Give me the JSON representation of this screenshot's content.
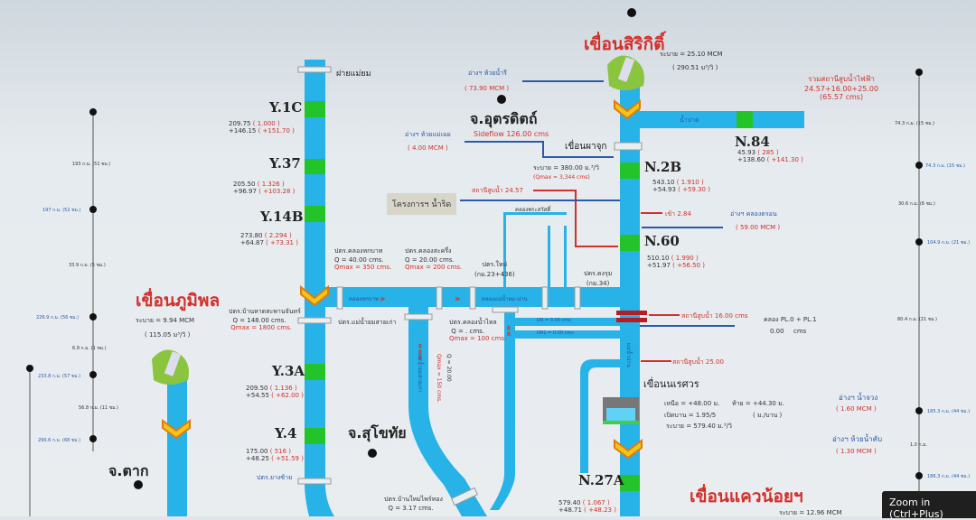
{
  "stations": {
    "y1c": {
      "name": "Y.1C",
      "l1": "209.75",
      "l1r": "( 1.000 )",
      "l2": "+146.15",
      "l2r": "( +151.70 )"
    },
    "y37": {
      "name": "Y.37",
      "l1": "205.50",
      "l1r": "( 1.326 )",
      "l2": "+96.97",
      "l2r": "( +103.28 )"
    },
    "y14b": {
      "name": "Y.14B",
      "l1": "273.80",
      "l1r": "( 2.294 )",
      "l2": "+64.87",
      "l2r": "( +73.31 )"
    },
    "y3a": {
      "name": "Y.3A",
      "l1": "209.50",
      "l1r": "( 1.136 )",
      "l2": "+54.55",
      "l2r": "( +62.00 )"
    },
    "y4": {
      "name": "Y.4",
      "l1": "175.00",
      "l1r": "( 516 )",
      "l2": "+48.25",
      "l2r": "( +51.59 )"
    },
    "n2b": {
      "name": "N.2B",
      "l1": "543.10",
      "l1r": "( 1.910 )",
      "l2": "+54.93",
      "l2r": "( +59.30 )"
    },
    "n60": {
      "name": "N.60",
      "l1": "510.10",
      "l1r": "( 1.990 )",
      "l2": "+51.97",
      "l2r": "( +56.50 )"
    },
    "n84": {
      "name": "N.84",
      "l1": "45.93",
      "l1r": "( 285 )",
      "l2": "+138.60",
      "l2r": "( +141.30 )"
    },
    "n27a": {
      "name": "N.27A",
      "l1": "579.40",
      "l1r": "( 1.067 )",
      "l2": "+48.71",
      "l2r": "( +48.23 )"
    }
  },
  "dams": {
    "sirikit": {
      "name": "เขื่อนสิริกิติ์",
      "release": "ระบาย  =  25.10  MCM",
      "rate": "( 290.51  ม³/วิ )"
    },
    "bhumibol": {
      "name": "เขื่อนภูมิพล",
      "release": "ระบาย  =  9.94  MCM",
      "rate": "( 115.05  ม³/วิ )"
    },
    "naresuan": {
      "name": "เขื่อนนเรศวร",
      "up": "เหนือ  =  +48.00  ม.",
      "down": "ท้าย  =  +44.30  ม.",
      "gate": "เปิดบาน  =   1.95/5",
      "gate_unit": "( ม./บาน )",
      "release": "ระบาย  =  579.40  ม.³/วิ"
    },
    "kwaenoi": {
      "name": "เขื่อนแควน้อยฯ",
      "release": "ระบาย  =  12.96  MCM"
    },
    "phachuk": {
      "name": "เขื่อนผาจุก",
      "release": "ระบาย  =  380.00  ม.³/วิ",
      "qmax": "(Qmax = 3,344 cms)"
    }
  },
  "provinces": {
    "uttaradit": "จ.อุตรดิตถ์",
    "sukhothai": "จ.สุโขทัย",
    "tak": "จ.ตาก"
  },
  "labels": {
    "fai_maeyom": "ฝายแม่ยม",
    "huainamri": "อ่างฯ ห้วยน้ำรี",
    "huainamri_v": "( 73.90 MCM )",
    "huaimaecoe": "อ่างฯ ห้วยแม่เฉย",
    "huaimaecoe_v": "( 4.00 MCM )",
    "sideflow": "Sideflow 126.00 cms",
    "total_power": "รวมสถานีสูบน้ำไฟฟ้า",
    "total_sum": "24.57+16.00+25.00",
    "total_cms": "(65.57 cms)",
    "nam_pat": "น้ำปาด",
    "project": "โครงการฯ น้ำริด",
    "pump1": "สถานีสูบน้ำ 24.57",
    "cms": "cms",
    "in1": "เข้า 2.84",
    "khlongtron": "อ่างฯ คลองตรอน",
    "khlongtron_v": "( 59.00 MCM )",
    "khlong_phrasawat": "คลองพระสวัสดิ์",
    "gate_hakbat": "ปตร.คลองหกบาท",
    "q_hakbat": "Q =  40.00  cms.",
    "qmax_hakbat": "Qmax = 350 cms.",
    "gate_sakhrue": "ปตร.คลองสะครึ่ง",
    "q_sakhrue": "Q =  20.00  cms.",
    "qmax_sakhrue": "Qmax = 200 cms.",
    "gate_mai": "ปตร.ใหม่",
    "gate_mai_km": "(กม.23+436)",
    "gate_khorum": "ปตร.ดงรุม",
    "gate_khorum_km": "(กม.34)",
    "canal_hakbat": "คลองหกบาท",
    "canal_mai": "คลองแม่น้ำยม-น่าน",
    "gate_banhat": "ปตร.บ้านหาดสะพานจันทร์",
    "q_banhat": "Q =  148.00  cms.",
    "qmax_banhat": "Qmax = 1800 cms.",
    "gate_maeyomold": "ปตร.แม่น้ำยมสายเก่า",
    "gate_namlai": "ปตร.คลองน้ำไหล",
    "q_namlai": "Q =   .     cms.",
    "qmax_namlai": "Qmax = 100 cms.",
    "old_yom": "แม่น้ำยมสายเก่า",
    "q_old": "Q =  20.00",
    "qmax_old": "Qmax = 150 cms.",
    "gate_yang": "ปตร.ยางซ้าย",
    "gate_banmai": "ปตร.บ้านใหม่ไพร์ทอง",
    "q_banmai": "Q =  3.17  cms.",
    "ch1": "DR = 0.00 cms",
    "ch2": "DR1 = 0.00 cms",
    "pump2": "สถานีสูบน้ำ 16.00",
    "pl": "คลอง PL.0 + PL.1",
    "pl_v": "0.00",
    "pl_u": "cms",
    "pump3": "สถานีสูบน้ำ 25.00",
    "namchuang": "อ่างฯ น้ำจวง",
    "namchuang_v": "( 1.60 MCM )",
    "huainamkhan": "อ่างฯ ห้วยน้ำคับ",
    "huainamkhan_v": "( 1.30 MCM )",
    "nan_river": "แม่น้ำน่าน"
  },
  "scale_left": [
    "193 ก.ม. (51 ชม.)",
    "197 ก.ม. (52 ชม.)",
    "33.9 ก.ม. (5 ชม.)",
    "226.9 ก.ม. (56 ชม.)",
    "6.9 ก.ม. (1 ชม.)",
    "233.8 ก.ม. (57 ชม.)",
    "56.8 ก.ม. (11 ชม.)",
    "290.6 ก.ม. (68 ชม.)"
  ],
  "scale_right": [
    "74.3 ก.ม. (15 ชม.)",
    "74.3 ก.ม. (15 ชม.)",
    "30.6 ก.ม. (6 ชม.)",
    "104.9 ก.ม. (21 ชม.)",
    "80.4 ก.ม. (21 ชม.)",
    "185.3 ก.ม. (44 ชม.)",
    "1.0 ก.ม.",
    "186.3 ก.ม. (44 ชม.)"
  ],
  "tooltip": "Zoom in (Ctrl+Plus)",
  "colors": {
    "river": "#27b3e8",
    "station": "#22c42a",
    "red": "#d2302a",
    "blue": "#2a5aa8"
  }
}
